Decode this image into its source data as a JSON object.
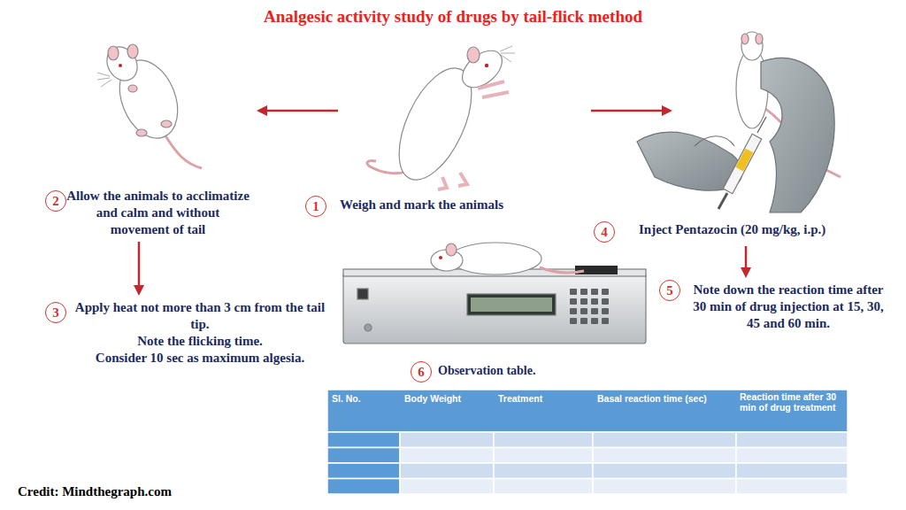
{
  "diagram": {
    "title": "Analgesic activity study of drugs by tail-flick method",
    "nodes": [
      {
        "text": [
          "1",
          "Weigh and mark the animals"
        ]
      },
      {
        "text": [
          "2",
          "Allow the animals to acclimatize and calm and without movement of tail"
        ]
      },
      {
        "text": [
          "3",
          "Apply heat not more than 3 cm from the tail tip.",
          "Note the flicking time.",
          "Consider 10 sec as maximum algesia."
        ]
      },
      {
        "text": [
          "4",
          "Inject Pentazocin (20 mg/kg, i.p.)"
        ]
      },
      {
        "text": [
          "5",
          "Note down the reaction time after 30 min of drug injection at 15, 30, 45 and 60 min."
        ]
      },
      {
        "text": [
          "6",
          "Observation table."
        ]
      }
    ],
    "edges": [
      {
        "from": 1,
        "to": 2,
        "arrow": "to"
      },
      {
        "from": 3,
        "to": 4,
        "arrow": "to"
      }
    ],
    "labels": [
      "Sl. No.",
      "Body Weight",
      "Treatment",
      "Basal reaction time (sec)",
      "Reaction time after 30 min of drug treatment",
      "Credit: Mindthegraph.com"
    ]
  }
}
